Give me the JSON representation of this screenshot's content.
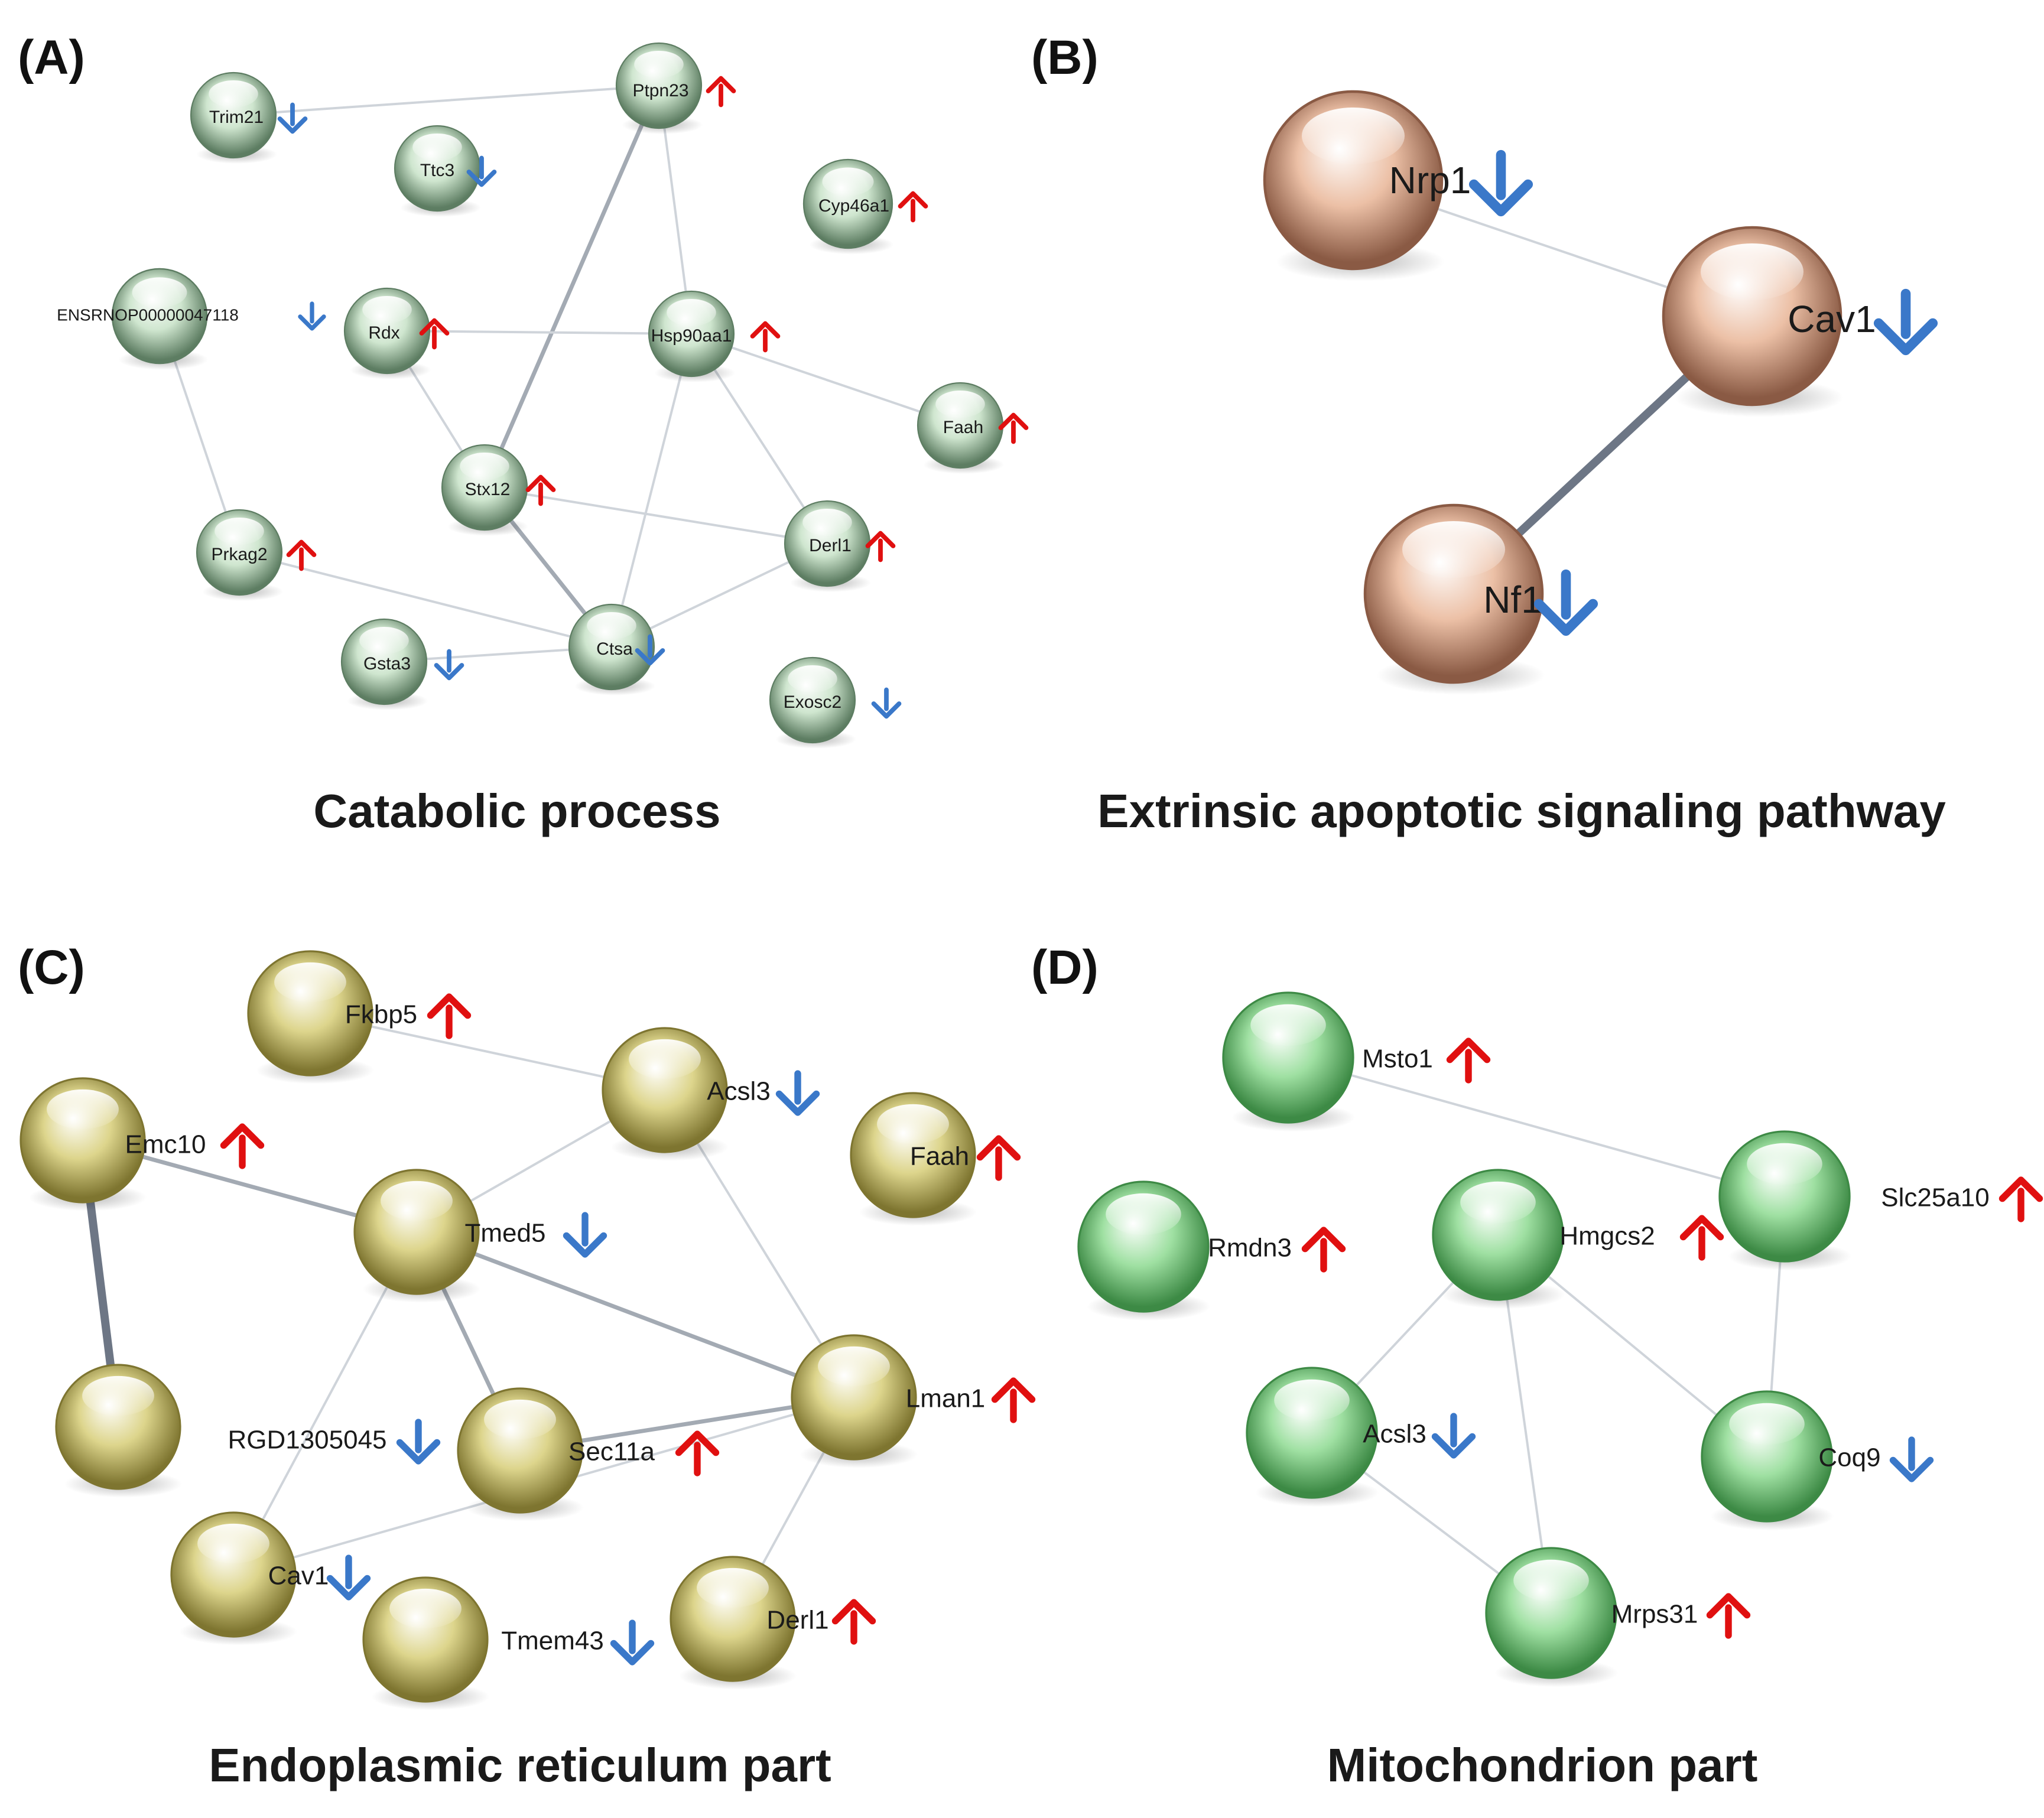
{
  "colors": {
    "up_arrow": "#e01010",
    "down_arrow": "#3a78c9",
    "edge_thin": "#cfd4da",
    "edge_medium": "#a3aab3",
    "edge_thick": "#6d7685"
  },
  "panels": [
    {
      "id": "A",
      "letter": "(A)",
      "title": "Catabolic process",
      "node_color": "#cfe6cf",
      "node_dark": "#5d7d62",
      "nodes": [
        {
          "id": "Trim21",
          "label": "Trim21",
          "reg": "down"
        },
        {
          "id": "Ptpn23",
          "label": "Ptpn23",
          "reg": "up"
        },
        {
          "id": "Ttc3",
          "label": "Ttc3",
          "reg": "down"
        },
        {
          "id": "Cyp46a1",
          "label": "Cyp46a1",
          "reg": "up"
        },
        {
          "id": "ENSRNOP00000047118",
          "label": "ENSRNOP00000047118",
          "reg": "down"
        },
        {
          "id": "Rdx",
          "label": "Rdx",
          "reg": "up"
        },
        {
          "id": "Hsp90aa1",
          "label": "Hsp90aa1",
          "reg": "up"
        },
        {
          "id": "Faah",
          "label": "Faah",
          "reg": "up"
        },
        {
          "id": "Stx12",
          "label": "Stx12",
          "reg": "up"
        },
        {
          "id": "Prkag2",
          "label": "Prkag2",
          "reg": "up"
        },
        {
          "id": "Derl1",
          "label": "Derl1",
          "reg": "up"
        },
        {
          "id": "Gsta3",
          "label": "Gsta3",
          "reg": "down"
        },
        {
          "id": "Ctsa",
          "label": "Ctsa",
          "reg": "down"
        },
        {
          "id": "Exosc2",
          "label": "Exosc2",
          "reg": "down"
        }
      ],
      "edges": [
        {
          "from": "Trim21",
          "to": "Ptpn23",
          "weight": "thin"
        },
        {
          "from": "Ptpn23",
          "to": "Stx12",
          "weight": "medium"
        },
        {
          "from": "Ptpn23",
          "to": "Hsp90aa1",
          "weight": "thin"
        },
        {
          "from": "Rdx",
          "to": "Hsp90aa1",
          "weight": "thin"
        },
        {
          "from": "Rdx",
          "to": "Stx12",
          "weight": "thin"
        },
        {
          "from": "Hsp90aa1",
          "to": "Faah",
          "weight": "thin"
        },
        {
          "from": "Hsp90aa1",
          "to": "Derl1",
          "weight": "thin"
        },
        {
          "from": "Hsp90aa1",
          "to": "Ctsa",
          "weight": "thin"
        },
        {
          "from": "Stx12",
          "to": "Derl1",
          "weight": "thin"
        },
        {
          "from": "Stx12",
          "to": "Ctsa",
          "weight": "medium"
        },
        {
          "from": "Derl1",
          "to": "Ctsa",
          "weight": "thin"
        },
        {
          "from": "ENSRNOP00000047118",
          "to": "Prkag2",
          "weight": "thin"
        },
        {
          "from": "Prkag2",
          "to": "Ctsa",
          "weight": "thin"
        },
        {
          "from": "Gsta3",
          "to": "Ctsa",
          "weight": "thin"
        }
      ]
    },
    {
      "id": "B",
      "letter": "(B)",
      "title": "Extrinsic apoptotic signaling pathway",
      "node_color": "#ecc0a6",
      "node_dark": "#8a5a44",
      "nodes": [
        {
          "id": "Nrp1",
          "label": "Nrp1",
          "reg": "down"
        },
        {
          "id": "Cav1",
          "label": "Cav1",
          "reg": "down"
        },
        {
          "id": "Nf1",
          "label": "Nf1",
          "reg": "down"
        }
      ],
      "edges": [
        {
          "from": "Nrp1",
          "to": "Cav1",
          "weight": "thin"
        },
        {
          "from": "Cav1",
          "to": "Nf1",
          "weight": "thick"
        }
      ]
    },
    {
      "id": "C",
      "letter": "(C)",
      "title": "Endoplasmic reticulum part",
      "node_color": "#ddd58c",
      "node_dark": "#7e7530",
      "nodes": [
        {
          "id": "Fkbp5",
          "label": "Fkbp5",
          "reg": "up"
        },
        {
          "id": "Acsl3",
          "label": "Acsl3",
          "reg": "down"
        },
        {
          "id": "Emc10",
          "label": "Emc10",
          "reg": "up"
        },
        {
          "id": "Faah",
          "label": "Faah",
          "reg": "up"
        },
        {
          "id": "Tmed5",
          "label": "Tmed5",
          "reg": "down"
        },
        {
          "id": "Unlabeled",
          "label": "",
          "reg": "none"
        },
        {
          "id": "Lman1",
          "label": "Lman1",
          "reg": "up"
        },
        {
          "id": "RGD1305045",
          "label": "RGD1305045",
          "reg": "down"
        },
        {
          "id": "Sec11a",
          "label": "Sec11a",
          "reg": "up"
        },
        {
          "id": "Cav1",
          "label": "Cav1",
          "reg": "down"
        },
        {
          "id": "Tmem43",
          "label": "Tmem43",
          "reg": "down"
        },
        {
          "id": "Derl1",
          "label": "Derl1",
          "reg": "up"
        }
      ],
      "edges": [
        {
          "from": "Fkbp5",
          "to": "Acsl3",
          "weight": "thin"
        },
        {
          "from": "Acsl3",
          "to": "Tmed5",
          "weight": "thin"
        },
        {
          "from": "Acsl3",
          "to": "Lman1",
          "weight": "thin"
        },
        {
          "from": "Emc10",
          "to": "Tmed5",
          "weight": "medium"
        },
        {
          "from": "Emc10",
          "to": "Unlabeled",
          "weight": "thick"
        },
        {
          "from": "Tmed5",
          "to": "Lman1",
          "weight": "medium"
        },
        {
          "from": "Tmed5",
          "to": "Sec11a",
          "weight": "medium"
        },
        {
          "from": "Tmed5",
          "to": "Cav1",
          "weight": "thin"
        },
        {
          "from": "Sec11a",
          "to": "Lman1",
          "weight": "medium"
        },
        {
          "from": "Lman1",
          "to": "Derl1",
          "weight": "thin"
        },
        {
          "from": "Lman1",
          "to": "Cav1",
          "weight": "thin"
        }
      ]
    },
    {
      "id": "D",
      "letter": "(D)",
      "title": "Mitochondrion part",
      "node_color": "#9fe0a2",
      "node_dark": "#3d8a45",
      "nodes": [
        {
          "id": "Msto1",
          "label": "Msto1",
          "reg": "up"
        },
        {
          "id": "Rmdn3",
          "label": "Rmdn3",
          "reg": "up"
        },
        {
          "id": "Hmgcs2",
          "label": "Hmgcs2",
          "reg": "up"
        },
        {
          "id": "Slc25a10",
          "label": "Slc25a10",
          "reg": "up"
        },
        {
          "id": "Acsl3",
          "label": "Acsl3",
          "reg": "down"
        },
        {
          "id": "Coq9",
          "label": "Coq9",
          "reg": "down"
        },
        {
          "id": "Mrps31",
          "label": "Mrps31",
          "reg": "up"
        }
      ],
      "edges": [
        {
          "from": "Msto1",
          "to": "Slc25a10",
          "weight": "thin"
        },
        {
          "from": "Hmgcs2",
          "to": "Acsl3",
          "weight": "thin"
        },
        {
          "from": "Hmgcs2",
          "to": "Mrps31",
          "weight": "thin"
        },
        {
          "from": "Hmgcs2",
          "to": "Coq9",
          "weight": "thin"
        },
        {
          "from": "Slc25a10",
          "to": "Coq9",
          "weight": "thin"
        },
        {
          "from": "Acsl3",
          "to": "Mrps31",
          "weight": "thin"
        }
      ]
    }
  ]
}
